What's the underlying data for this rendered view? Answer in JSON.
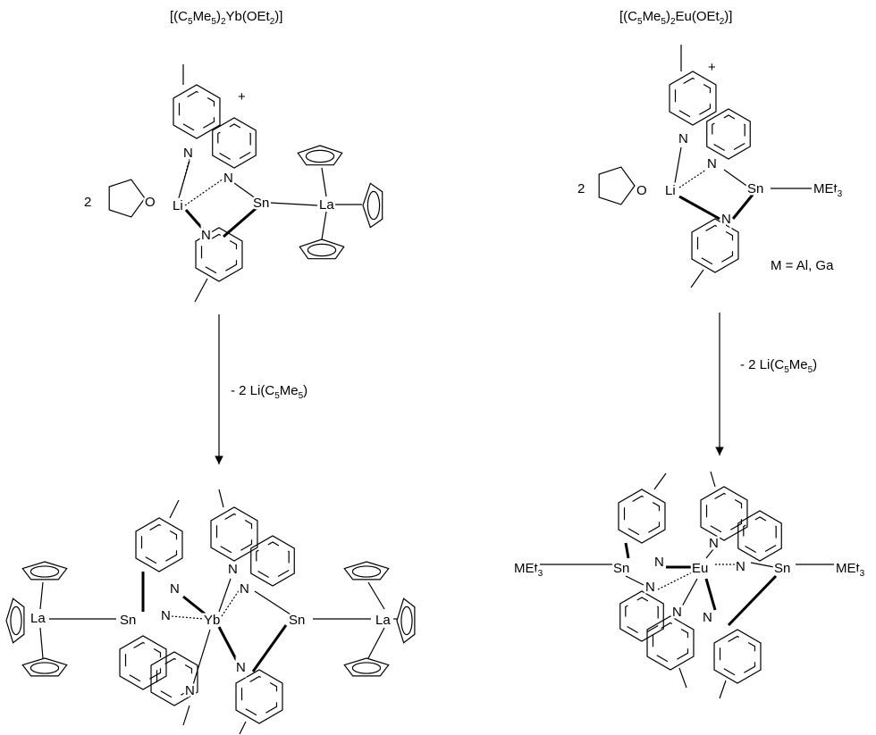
{
  "reagent_left": [
    "[(C",
    "5",
    "Me",
    "5",
    ")",
    "2",
    "Yb(OEt",
    "2",
    ")]"
  ],
  "reagent_right": [
    "[(C",
    "5",
    "Me",
    "5",
    ")",
    "2",
    "Eu(OEt",
    "2",
    ")]"
  ],
  "arrow_label_left": [
    "- 2 Li(C",
    "5",
    "Me",
    "5",
    ")"
  ],
  "arrow_label_right": [
    "- 2 Li(C",
    "5",
    "Me",
    "5",
    ")"
  ],
  "top_left": {
    "plus": "+",
    "coef": "2",
    "O": "O",
    "Li": "Li",
    "N": "N",
    "Sn": "Sn",
    "La": "La"
  },
  "top_right": {
    "plus": "+",
    "coef": "2",
    "O": "O",
    "Li": "Li",
    "N": "N",
    "Sn": "Sn",
    "MEt3": "MEt",
    "MEt3_sub": "3",
    "note": "M = Al, Ga"
  },
  "bottom_left": {
    "La": "La",
    "Sn": "Sn",
    "Yb": "Yb",
    "N": "N"
  },
  "bottom_right": {
    "MEt3": "MEt",
    "MEt3_sub": "3",
    "Sn": "Sn",
    "Eu": "Eu",
    "N": "N"
  }
}
